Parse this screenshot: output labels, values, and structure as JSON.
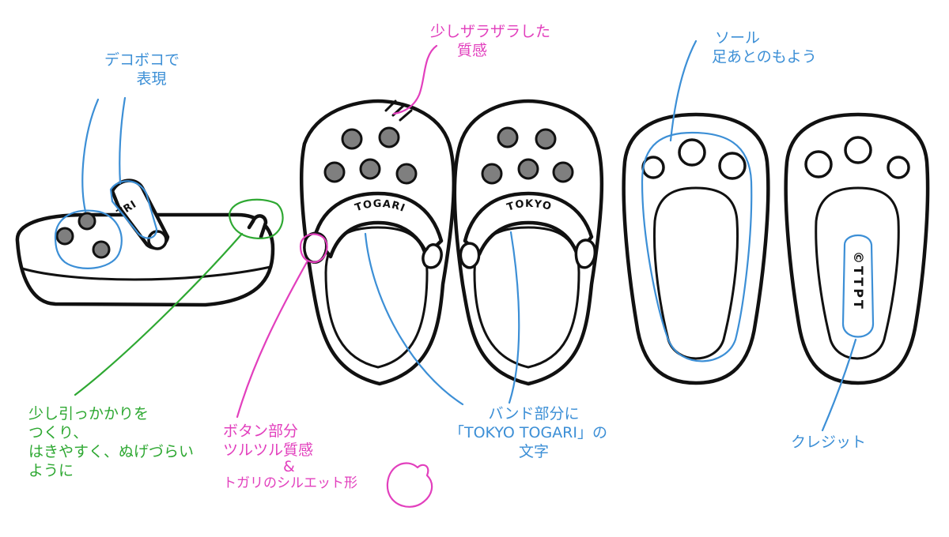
{
  "colors": {
    "outline": "#111111",
    "holes": "#7f7f7f",
    "blue_annotation": "#3c8fd6",
    "pink_annotation": "#e23fbd",
    "green_annotation": "#2ea832"
  },
  "annotations": {
    "bumpy": [
      "デコボコで",
      "表現"
    ],
    "rough_texture": [
      "少しザラザラした",
      "質感"
    ],
    "sole": [
      "ソール",
      "足あとのもよう"
    ],
    "hook": [
      "少し引っかかりを",
      "つくり、",
      "はきやすく、ぬげづらい",
      "ように"
    ],
    "button": [
      "ボタン部分",
      "ツルツル質感",
      "&",
      "トガリのシルエット形"
    ],
    "band": [
      "バンド部分に",
      "「TOKYO TOGARI」の",
      "文字"
    ],
    "credit": [
      "クレジット"
    ]
  },
  "band_text": {
    "side": "TRI",
    "left_top": "TOGARI",
    "right_top": "TOKYO",
    "sole_credit": "©TTPT"
  }
}
